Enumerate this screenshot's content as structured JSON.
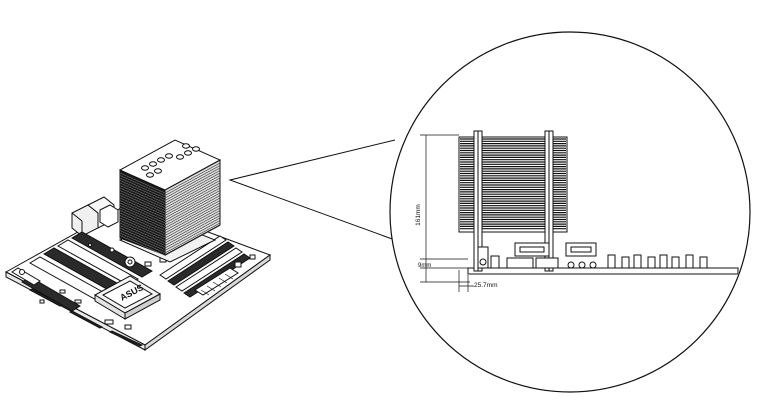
{
  "callout": {
    "height_label": "161mm",
    "bottom_clearance_label": "9mm",
    "offset_label": "25.7mm"
  },
  "board": {
    "chipset_logo": "ASUS"
  },
  "colors": {
    "line": "#111111",
    "background": "#ffffff"
  }
}
